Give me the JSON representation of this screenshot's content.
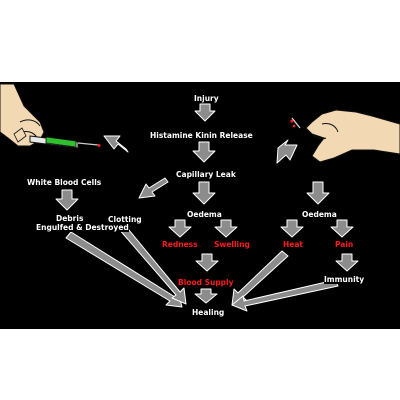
{
  "colors": {
    "background": "#000000",
    "label_text": "#ffffff",
    "highlight_text": "#ff1a1a",
    "arrow_fill": "#8c8c8c",
    "arrow_outline": "#ffffff",
    "hand_skin": "#f2d9b3",
    "syringe_green": "#2fbf2f"
  },
  "diagram": {
    "injury": "Injury",
    "histamine": "Histamine Kinin Release",
    "capillary": "Capillary Leak",
    "white_blood_cells": "White Blood Cells",
    "debris": "Debris",
    "engulfed": "Engulfed & Destroyed",
    "clotting": "Clotting",
    "oedema_left": "Oedema",
    "oedema_right": "Oedema",
    "redness": "Redness",
    "swelling": "Swelling",
    "blood_supply": "Blood Supply",
    "heat": "Heat",
    "pain": "Pain",
    "immunity": "Immunity",
    "healing": "Healing"
  },
  "images": {
    "left_hand": "hand-with-syringe",
    "right_hand": "hand-pinching-needle"
  }
}
